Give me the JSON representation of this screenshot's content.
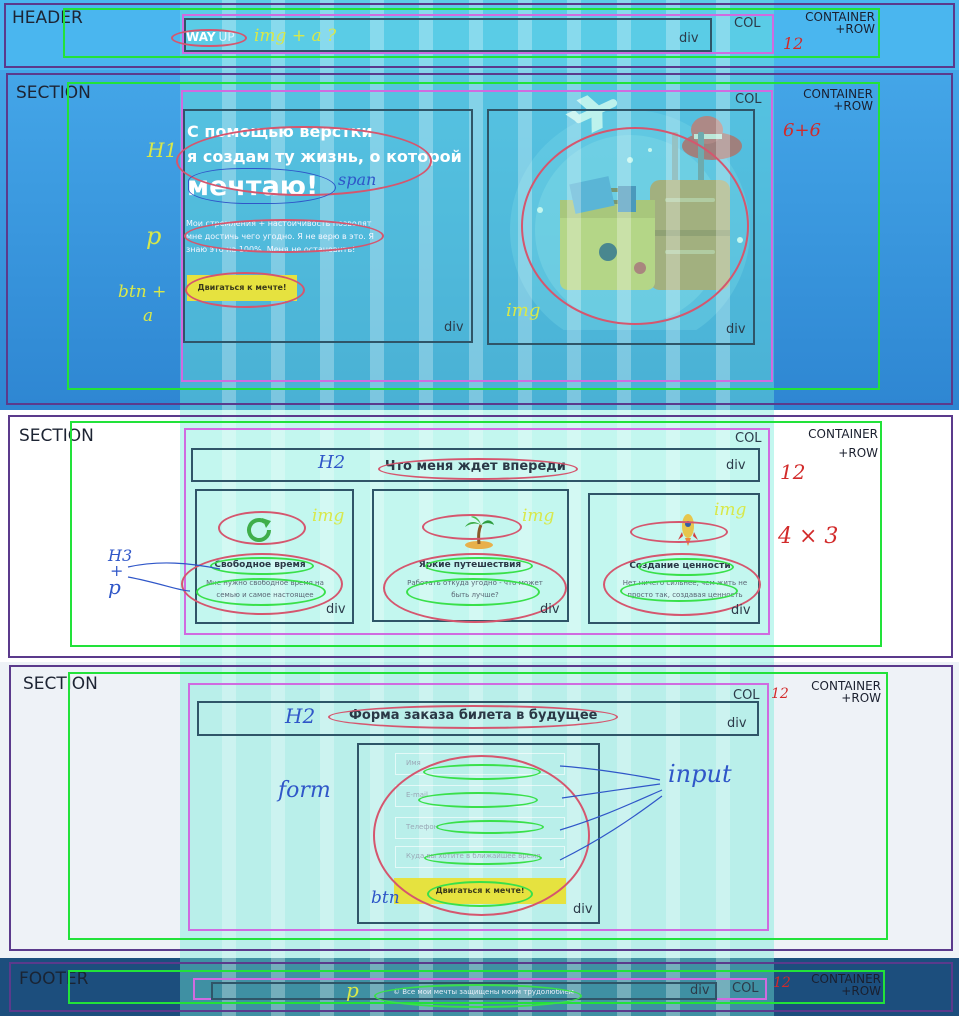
{
  "colors": {
    "header_bg": "#4ab6ef",
    "hero_bg": "#3a95dd",
    "features_bg": "#ffffff",
    "order_bg": "#eef2f7",
    "footer_bg": "#1c4e7d",
    "overlay_cyan": "#5de4d6",
    "section_border": "#5b3a8c",
    "container_border": "#22e23a",
    "col_border": "#d06be0"
  },
  "labels": {
    "header": "HEADER",
    "section": "SECTION",
    "footer": "FOOTER",
    "container": "CONTAINER",
    "row": "+ROW",
    "col": "COL",
    "div": "div"
  },
  "header": {
    "logo_way": "WAY",
    "logo_rest": "UP",
    "note": "img + a ?",
    "cols": "12"
  },
  "hero": {
    "title_line1": "С помощью верстки",
    "title_line2": "я создам ту жизнь, о которой",
    "title_accent": "мечтаю!",
    "text": "Мои стремления + настойчивость позволят мне достичь чего угодно. Я не верю в это. Я знаю это на 100%. Меня не остановить!",
    "button": "Двигаться к мечте!",
    "note_h1": "H1",
    "note_span": "span",
    "note_p": "p",
    "note_btn": "btn +",
    "note_btn2": "a",
    "note_img": "img",
    "cols": "6+6"
  },
  "features": {
    "heading": "Что меня ждет впереди",
    "note_h2": "H2",
    "note_h3": "H3",
    "note_plus": "+",
    "note_p": "p",
    "note_img": "img",
    "cols_full": "12",
    "cols_split": "4 × 3",
    "icons": [
      "refresh-icon",
      "palm-island-icon",
      "rocket-icon"
    ],
    "items": [
      {
        "title": "Свободное время",
        "text": "Мне нужно свободное время на семью и самое настоящее"
      },
      {
        "title": "Яркие путешествия",
        "text": "Работать откуда угодно - что может быть лучше?"
      },
      {
        "title": "Создание ценности",
        "text": "Нет ничего сильнее, чем жить не просто так, создавая ценность"
      }
    ]
  },
  "order": {
    "heading": "Форма заказа билета в будущее",
    "note_h2": "H2",
    "note_form": "form",
    "note_input": "input",
    "note_btn": "btn",
    "cols": "12",
    "inputs": [
      "Имя",
      "E-mail",
      "Телефон",
      "Куда вы хотите в ближайшее время"
    ],
    "button": "Двигаться к мечте!"
  },
  "footer": {
    "text": "© Все мои мечты защищены моим трудолюбием",
    "note_p": "p",
    "cols": "12"
  }
}
